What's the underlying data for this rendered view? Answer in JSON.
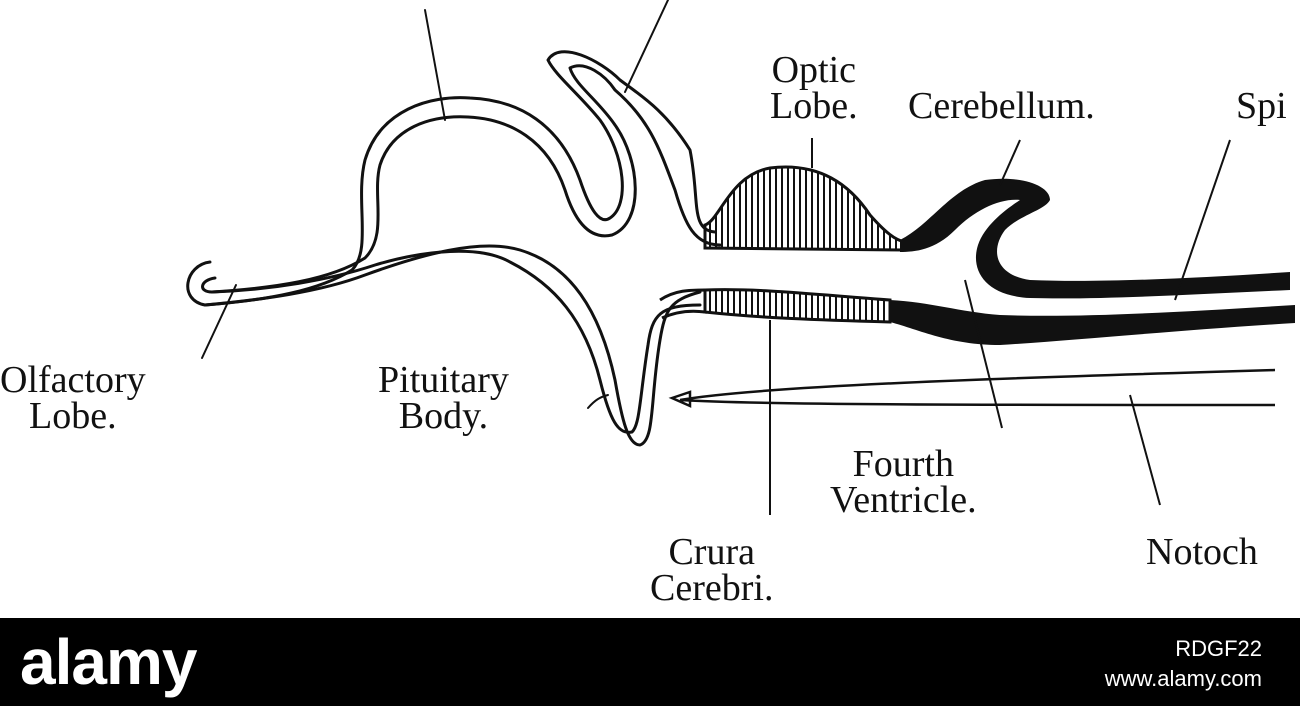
{
  "labels": {
    "optic": [
      "Optic",
      "Lobe."
    ],
    "cerebellum": "Cerebellum.",
    "spinal": "Spi",
    "olfactory": [
      "Olfactory",
      "Lobe."
    ],
    "pituitary": [
      "Pituitary",
      "Body."
    ],
    "fourth_ventricle": [
      "Fourth",
      "Ventricle."
    ],
    "crura": [
      "Crura",
      "Cerebri."
    ],
    "notochord": "Notoch"
  },
  "footer": {
    "logo": "alamy",
    "image_id": "RDGF22",
    "site": "www.alamy.com"
  },
  "colors": {
    "ink": "#111111",
    "footer_bg": "#000000",
    "footer_text": "#ffffff"
  }
}
